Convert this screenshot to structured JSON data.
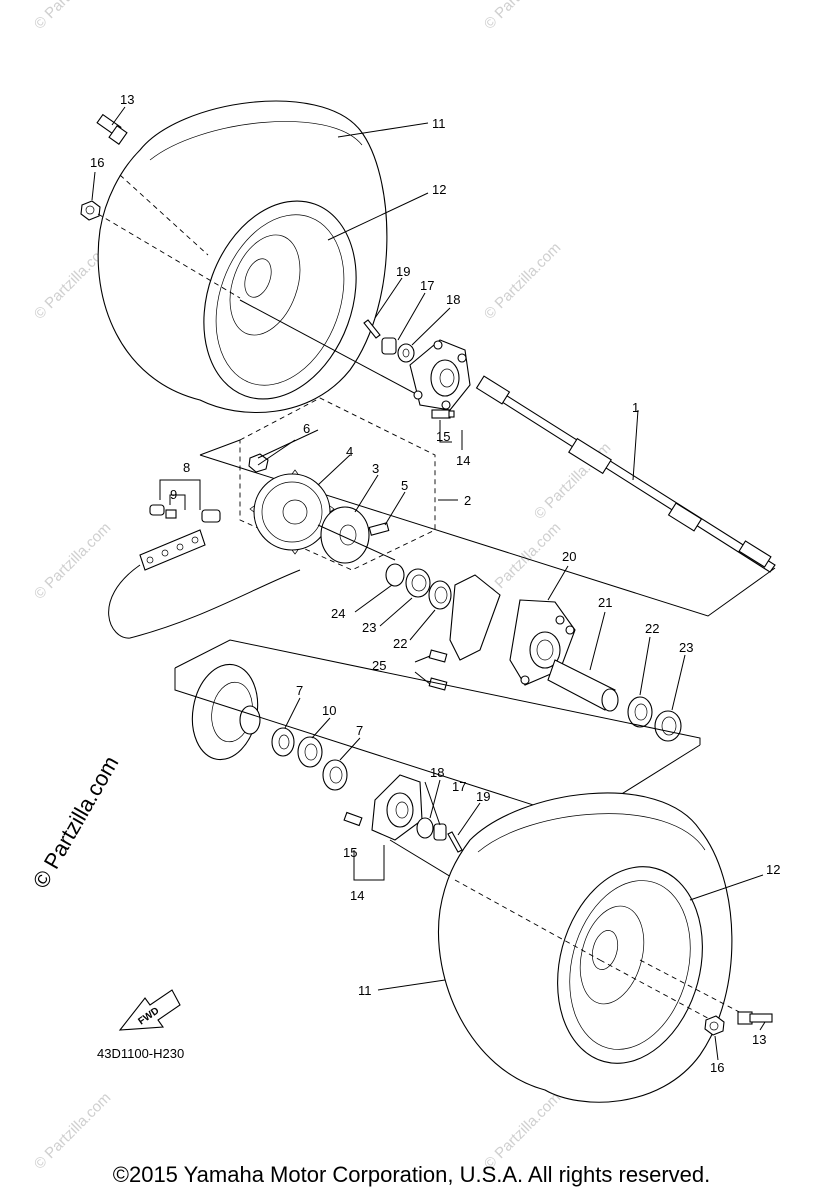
{
  "diagram": {
    "part_labels": {
      "p1": "1",
      "p2": "2",
      "p3": "3",
      "p4": "4",
      "p5": "5",
      "p6": "6",
      "p7a": "7",
      "p7b": "7",
      "p8": "8",
      "p9": "9",
      "p10": "10",
      "p11a": "11",
      "p11b": "11",
      "p12a": "12",
      "p12b": "12",
      "p13a": "13",
      "p13b": "13",
      "p14a": "14",
      "p14b": "14",
      "p15a": "15",
      "p15b": "15",
      "p16a": "16",
      "p16b": "16",
      "p17a": "17",
      "p17b": "17",
      "p18a": "18",
      "p18b": "18",
      "p19a": "19",
      "p19b": "19",
      "p20": "20",
      "p21": "21",
      "p22a": "22",
      "p22b": "22",
      "p23a": "23",
      "p23b": "23",
      "p24": "24",
      "p25": "25"
    },
    "diagram_code": "43D1100-H230",
    "fwd_label": "FWD"
  },
  "watermark": {
    "site": "© Partzilla.com",
    "small": "© Partzilla.com"
  },
  "footer": {
    "copyright": "©2015  Yamaha Motor Corporation, U.S.A. All rights reserved."
  }
}
